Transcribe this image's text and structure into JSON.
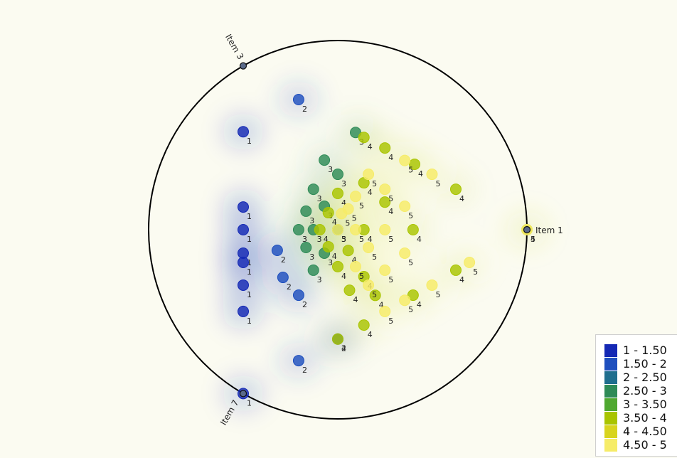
{
  "chart_data": {
    "type": "scatter",
    "title": "",
    "xlabel": "",
    "ylabel": "",
    "xlim": [
      -1,
      1
    ],
    "ylim": [
      -1,
      1
    ],
    "grid": false,
    "legend_placement": "bottom-right",
    "anchors": [
      {
        "label": "Item 1",
        "x": 1.0,
        "y": 0.0
      },
      {
        "label": "Item 3",
        "x": -0.5,
        "y": 0.866
      },
      {
        "label": "Item 7",
        "x": -0.5,
        "y": -0.866
      }
    ],
    "legend": [
      {
        "label": "1 - 1.50",
        "color": "#1428b4"
      },
      {
        "label": "1.50 - 2",
        "color": "#1e4fbe"
      },
      {
        "label": "2 - 2.50",
        "color": "#1f6e8e"
      },
      {
        "label": "2.50 - 3",
        "color": "#2e8b57"
      },
      {
        "label": "3 - 3.50",
        "color": "#4fa830"
      },
      {
        "label": "3.50 - 4",
        "color": "#a9c400"
      },
      {
        "label": "4 - 4.50",
        "color": "#d8d41e"
      },
      {
        "label": "4.50 - 5",
        "color": "#f6ec68"
      }
    ],
    "points": [
      {
        "x": -0.5,
        "y": 0.518,
        "v": 1
      },
      {
        "x": -0.5,
        "y": 0.12,
        "v": 1
      },
      {
        "x": -0.5,
        "y": 0.0,
        "v": 1
      },
      {
        "x": -0.5,
        "y": -0.124,
        "v": 1
      },
      {
        "x": -0.5,
        "y": -0.173,
        "v": 1
      },
      {
        "x": -0.5,
        "y": -0.293,
        "v": 1
      },
      {
        "x": -0.5,
        "y": -0.432,
        "v": 1
      },
      {
        "x": -0.5,
        "y": -0.866,
        "v": 1
      },
      {
        "x": -0.207,
        "y": 0.688,
        "v": 2
      },
      {
        "x": -0.32,
        "y": -0.109,
        "v": 2
      },
      {
        "x": -0.29,
        "y": -0.252,
        "v": 2
      },
      {
        "x": -0.207,
        "y": -0.346,
        "v": 2
      },
      {
        "x": -0.207,
        "y": -0.692,
        "v": 2
      },
      {
        "x": 0.0,
        "y": -0.578,
        "v": 2
      },
      {
        "x": 0.094,
        "y": 0.514,
        "v": 3
      },
      {
        "x": -0.071,
        "y": 0.368,
        "v": 3
      },
      {
        "x": 0.0,
        "y": 0.293,
        "v": 3
      },
      {
        "x": -0.129,
        "y": 0.214,
        "v": 3
      },
      {
        "x": -0.071,
        "y": 0.124,
        "v": 3
      },
      {
        "x": -0.168,
        "y": 0.098,
        "v": 3
      },
      {
        "x": -0.207,
        "y": 0.0,
        "v": 3
      },
      {
        "x": -0.129,
        "y": 0.0,
        "v": 3
      },
      {
        "x": -0.168,
        "y": -0.094,
        "v": 3
      },
      {
        "x": -0.071,
        "y": -0.124,
        "v": 3
      },
      {
        "x": -0.129,
        "y": -0.214,
        "v": 3
      },
      {
        "x": 0.0,
        "y": 0.0,
        "v": 3
      },
      {
        "x": 0.138,
        "y": 0.488,
        "v": 4
      },
      {
        "x": 0.249,
        "y": 0.432,
        "v": 4
      },
      {
        "x": 0.406,
        "y": 0.346,
        "v": 4
      },
      {
        "x": 0.624,
        "y": 0.214,
        "v": 4
      },
      {
        "x": 0.0,
        "y": 0.192,
        "v": 4
      },
      {
        "x": 0.138,
        "y": 0.248,
        "v": 4
      },
      {
        "x": 0.249,
        "y": 0.146,
        "v": 4
      },
      {
        "x": -0.05,
        "y": 0.09,
        "v": 4
      },
      {
        "x": 0.138,
        "y": 0.0,
        "v": 4
      },
      {
        "x": -0.095,
        "y": 0.0,
        "v": 4
      },
      {
        "x": 0.0,
        "y": -0.195,
        "v": 4
      },
      {
        "x": -0.05,
        "y": -0.09,
        "v": 4
      },
      {
        "x": 0.055,
        "y": -0.11,
        "v": 4
      },
      {
        "x": 0.138,
        "y": -0.248,
        "v": 4
      },
      {
        "x": 0.062,
        "y": -0.32,
        "v": 4
      },
      {
        "x": 0.198,
        "y": -0.347,
        "v": 4
      },
      {
        "x": 0.398,
        "y": -0.346,
        "v": 4
      },
      {
        "x": 0.624,
        "y": -0.214,
        "v": 4
      },
      {
        "x": 0.138,
        "y": -0.504,
        "v": 4
      },
      {
        "x": 0.398,
        "y": 0.0,
        "v": 4
      },
      {
        "x": 0.0,
        "y": -0.578,
        "v": 4
      },
      {
        "x": 1.0,
        "y": 0.0,
        "v": 4
      },
      {
        "x": 0.354,
        "y": 0.366,
        "v": 5
      },
      {
        "x": 0.498,
        "y": 0.293,
        "v": 5
      },
      {
        "x": 0.162,
        "y": 0.293,
        "v": 5
      },
      {
        "x": 0.249,
        "y": 0.214,
        "v": 5
      },
      {
        "x": 0.094,
        "y": 0.176,
        "v": 5
      },
      {
        "x": 0.055,
        "y": 0.11,
        "v": 5
      },
      {
        "x": 0.02,
        "y": 0.085,
        "v": 5
      },
      {
        "x": 0.354,
        "y": 0.124,
        "v": 5
      },
      {
        "x": 0.094,
        "y": 0.0,
        "v": 5
      },
      {
        "x": 0.249,
        "y": 0.0,
        "v": 5
      },
      {
        "x": 0.0,
        "y": 0.0,
        "v": 5
      },
      {
        "x": 0.162,
        "y": -0.094,
        "v": 5
      },
      {
        "x": 0.354,
        "y": -0.124,
        "v": 5
      },
      {
        "x": 0.094,
        "y": -0.195,
        "v": 5
      },
      {
        "x": 0.249,
        "y": -0.214,
        "v": 5
      },
      {
        "x": 0.162,
        "y": -0.293,
        "v": 5
      },
      {
        "x": 0.354,
        "y": -0.373,
        "v": 5
      },
      {
        "x": 0.498,
        "y": -0.293,
        "v": 5
      },
      {
        "x": 0.696,
        "y": -0.173,
        "v": 5
      },
      {
        "x": 0.249,
        "y": -0.432,
        "v": 5
      },
      {
        "x": 1.0,
        "y": 0.0,
        "v": 5
      }
    ]
  }
}
